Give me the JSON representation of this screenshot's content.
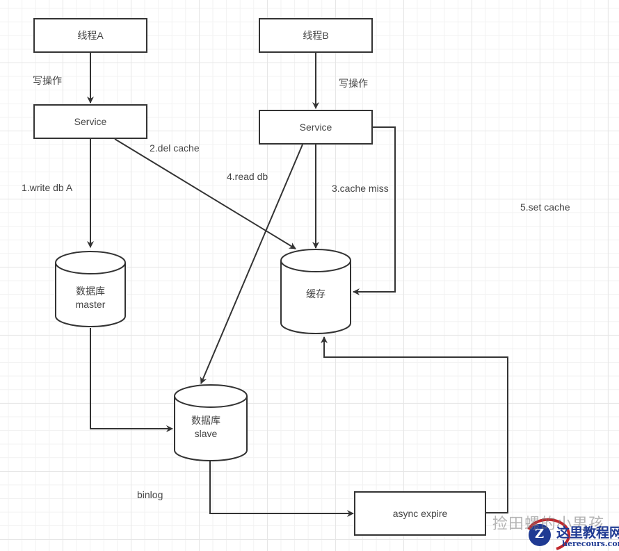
{
  "nodes": {
    "thread_a": "线程A",
    "thread_b": "线程B",
    "service_a": "Service",
    "service_b": "Service",
    "db_master_line1": "数据库",
    "db_master_line2": "master",
    "cache": "缓存",
    "db_slave_line1": "数据库",
    "db_slave_line2": "slave",
    "async_expire": "async expire"
  },
  "edge_labels": {
    "write_op_a": "写操作",
    "write_op_b": "写操作",
    "write_db_a": "1.write db A",
    "del_cache": "2.del cache",
    "cache_miss": "3.cache miss",
    "read_db": "4.read db",
    "set_cache": "5.set cache",
    "binlog": "binlog"
  },
  "edges": [
    {
      "from": "thread_a",
      "to": "service_a",
      "label": "write_op_a"
    },
    {
      "from": "service_a",
      "to": "db_master",
      "label": "write_db_a"
    },
    {
      "from": "service_a",
      "to": "cache",
      "label": "del_cache"
    },
    {
      "from": "thread_b",
      "to": "service_b",
      "label": "write_op_b"
    },
    {
      "from": "service_b",
      "to": "cache",
      "label": "cache_miss"
    },
    {
      "from": "service_b",
      "to": "db_slave",
      "label": "read_db"
    },
    {
      "from": "service_b",
      "to": "cache",
      "label": "set_cache"
    },
    {
      "from": "db_master",
      "to": "db_slave",
      "label": ""
    },
    {
      "from": "db_slave",
      "to": "async_expire",
      "label": "binlog"
    },
    {
      "from": "async_expire",
      "to": "cache",
      "label": ""
    }
  ],
  "watermark": {
    "wechat_text": "捡田螺的小男孩",
    "logo_cn": "这里教程网",
    "logo_url": "herecours.com",
    "logo_letter": "Z"
  },
  "colors": {
    "stroke": "#333333",
    "text": "#444444",
    "logo_blue": "#1f3a93",
    "logo_red": "#c0282d"
  }
}
